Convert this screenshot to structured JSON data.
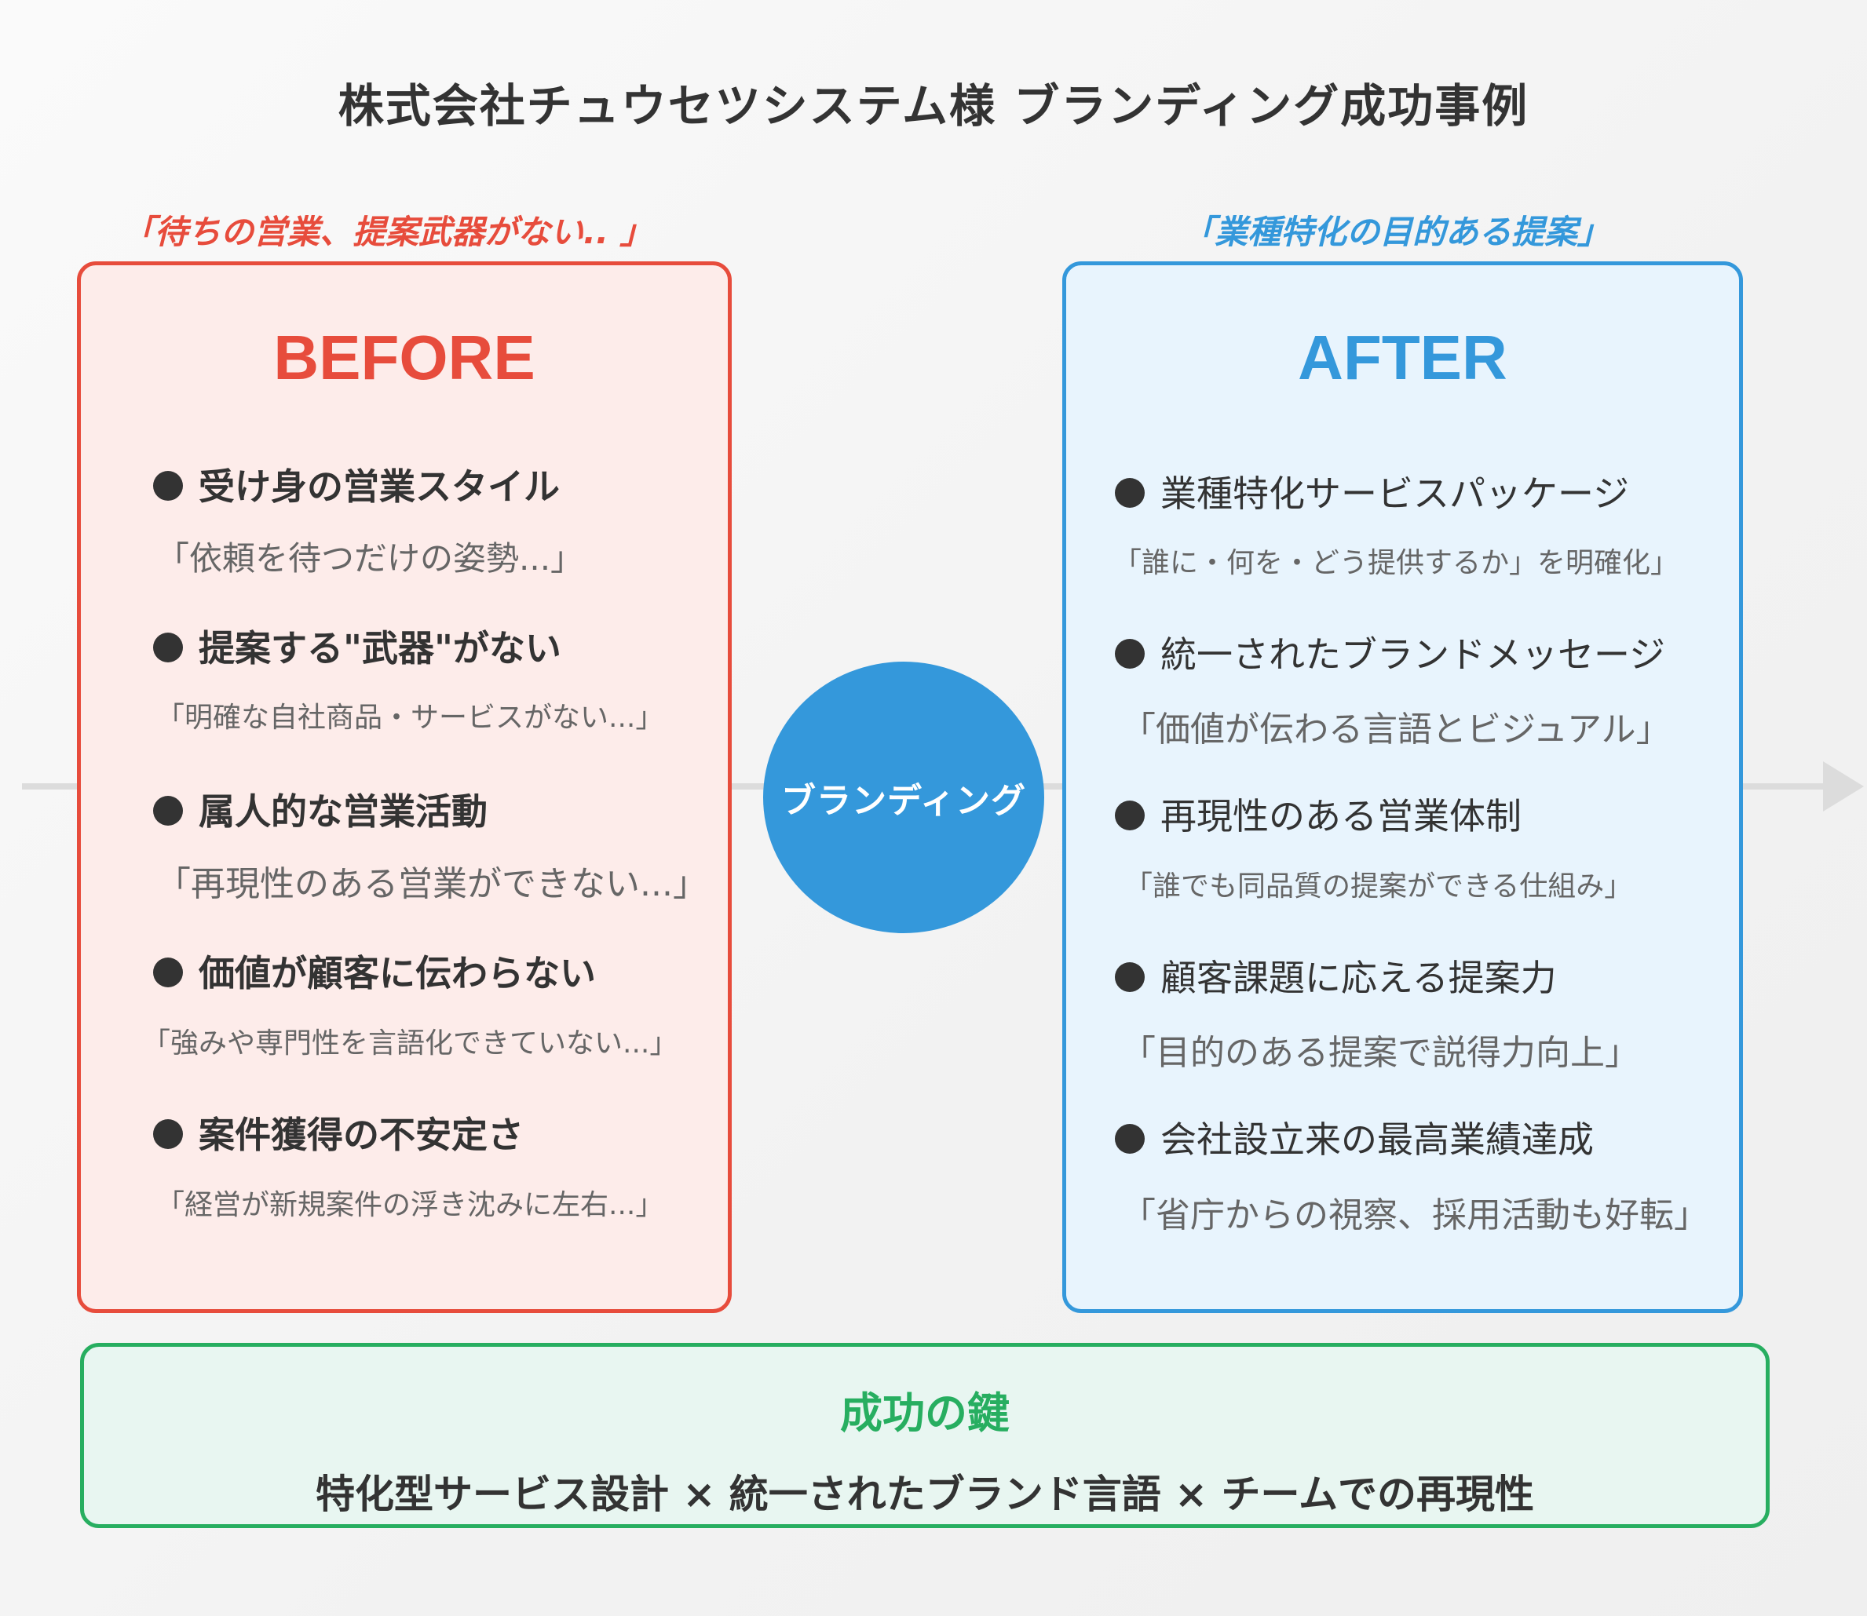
{
  "title": "株式会社チュウセツシステム様 ブランディング成功事例",
  "before": {
    "tagline": "「待ちの営業、提案武器がない.. 」",
    "heading": "BEFORE",
    "items": [
      {
        "title": "受け身の営業スタイル",
        "desc": "「依頼を待つだけの姿勢...」"
      },
      {
        "title": "提案する\"武器\"がない",
        "desc": "「明確な自社商品・サービスがない...」"
      },
      {
        "title": "属人的な営業活動",
        "desc": "「再現性のある営業ができない...」"
      },
      {
        "title": "価値が顧客に伝わらない",
        "desc": "「強みや専門性を言語化できていない...」"
      },
      {
        "title": "案件獲得の不安定さ",
        "desc": "「経営が新規案件の浮き沈みに左右...」"
      }
    ]
  },
  "after": {
    "tagline": "「業種特化の目的ある提案」",
    "heading": "AFTER",
    "items": [
      {
        "title": "業種特化サービスパッケージ",
        "desc": "「誰に・何を・どう提供するか」を明確化」"
      },
      {
        "title": "統一されたブランドメッセージ",
        "desc": "「価値が伝わる言語とビジュアル」"
      },
      {
        "title": "再現性のある営業体制",
        "desc": "「誰でも同品質の提案ができる仕組み」"
      },
      {
        "title": "顧客課題に応える提案力",
        "desc": "「目的のある提案で説得力向上」"
      },
      {
        "title": "会社設立来の最高業績達成",
        "desc": "「省庁からの視察、採用活動も好転」"
      }
    ]
  },
  "center": {
    "label": "ブランディング"
  },
  "key": {
    "title": "成功の鍵",
    "text": "特化型サービス設計 × 統一されたブランド言語 × チームでの再現性"
  },
  "colors": {
    "before": "#e74c3c",
    "after": "#3498db",
    "key": "#27ae60",
    "text": "#333333"
  }
}
